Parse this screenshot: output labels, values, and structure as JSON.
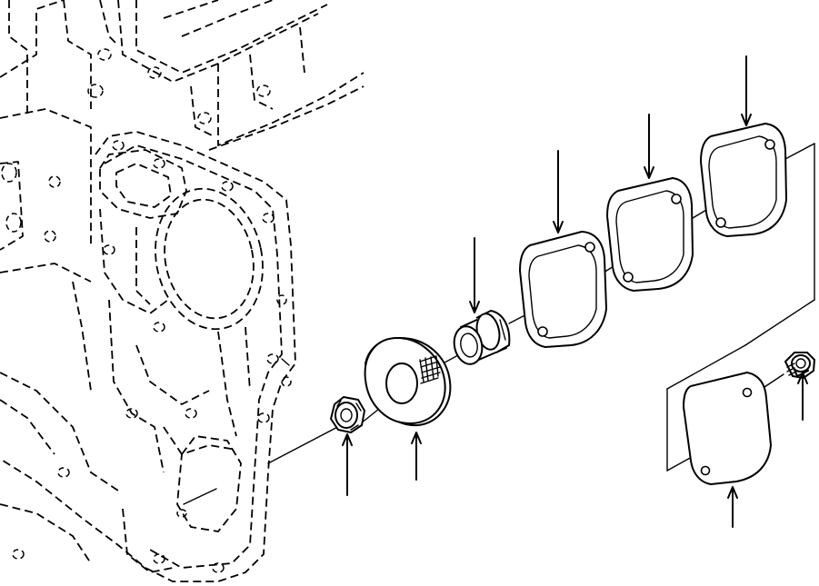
{
  "diagram": {
    "kind": "exploded parts view (line art)",
    "parts": [
      {
        "id": "engine-block-housing",
        "style": "dashed outline"
      },
      {
        "id": "flange-nut-left",
        "style": "solid"
      },
      {
        "id": "thick-washer-disc",
        "style": "solid"
      },
      {
        "id": "bushing-sleeve",
        "style": "solid"
      },
      {
        "id": "gasket-inner",
        "style": "solid"
      },
      {
        "id": "gasket-middle",
        "style": "solid"
      },
      {
        "id": "gasket-outer",
        "style": "solid"
      },
      {
        "id": "cover-plate",
        "style": "solid"
      },
      {
        "id": "bolt-right",
        "style": "solid"
      }
    ],
    "pointer_count": 8,
    "line_color": "#000000",
    "background": "#ffffff"
  }
}
